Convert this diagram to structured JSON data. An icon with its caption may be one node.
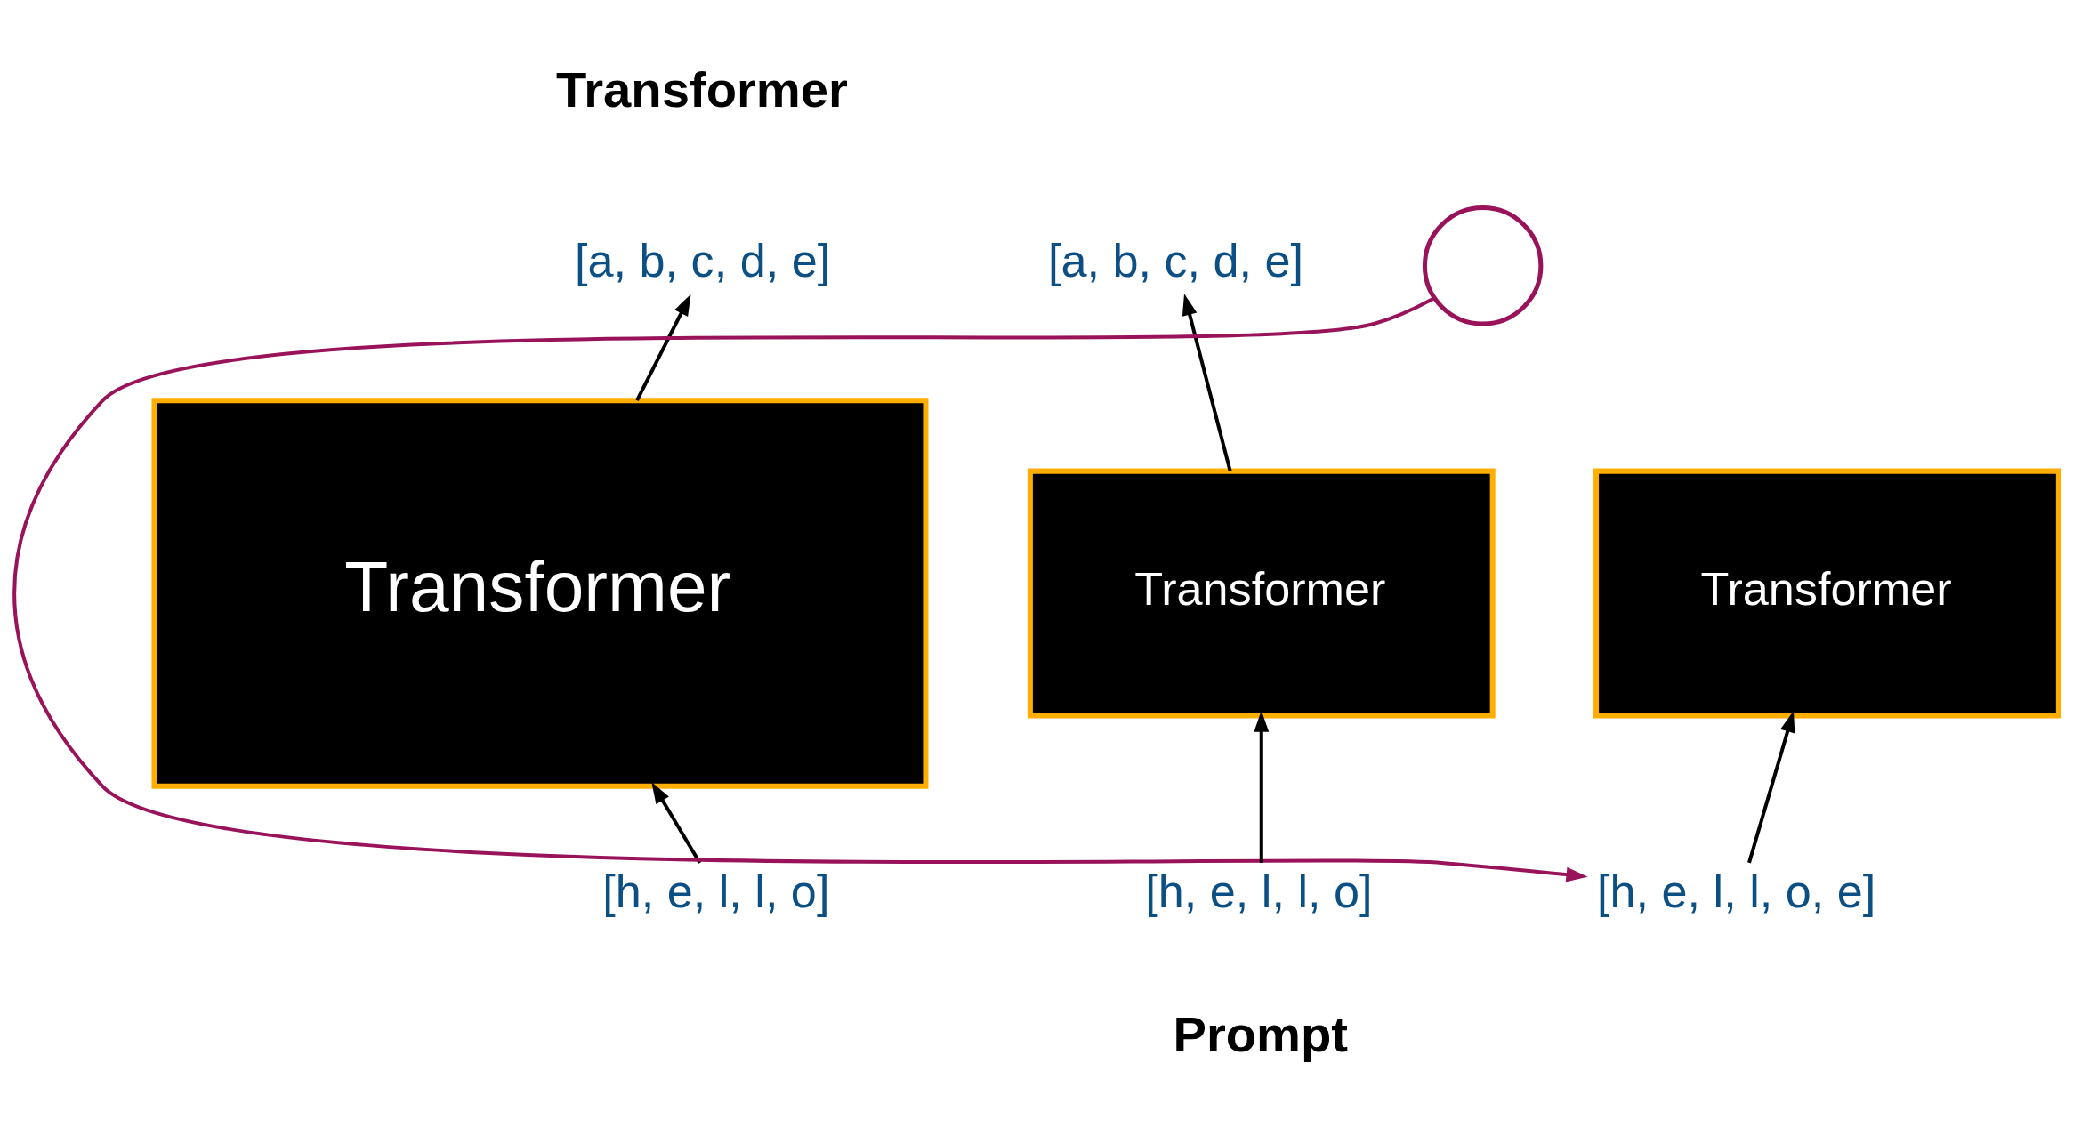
{
  "diagram": {
    "nodes": [
      {
        "text": [
          "Transformer"
        ]
      },
      {
        "text": [
          "[a, b, c, d, e]"
        ]
      },
      {
        "text": [
          "[h, e, l, l, o]"
        ]
      },
      {
        "text": [
          "Transformer"
        ]
      },
      {
        "text": [
          "[a, b, c, d, e]"
        ]
      },
      {
        "text": [],
        "shape": "circle"
      },
      {
        "text": [
          "[h, e, l, l, o]"
        ]
      },
      {
        "text": [
          "Transformer"
        ]
      },
      {
        "text": [
          "[h, e, l, l, o, e]"
        ]
      }
    ],
    "edges": [
      {
        "from": 2,
        "to": 0,
        "arrow": "to"
      },
      {
        "from": 0,
        "to": 1,
        "arrow": "to"
      },
      {
        "from": 6,
        "to": 3,
        "arrow": "to"
      },
      {
        "from": 3,
        "to": 4,
        "arrow": "to"
      },
      {
        "from": 8,
        "to": 7,
        "arrow": "to"
      },
      {
        "from": 5,
        "to": 8,
        "arrow": "to",
        "color": "#99135a"
      }
    ],
    "labels": [
      "Transformer",
      "Prompt"
    ]
  }
}
